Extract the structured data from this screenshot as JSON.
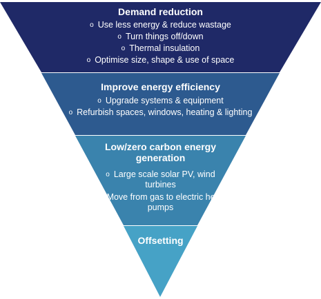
{
  "diagram": {
    "bullet_symbol": "o",
    "tiers": [
      {
        "color": "#1F2967",
        "title": "Demand reduction",
        "bullets": [
          "Use less energy & reduce wastage",
          "Turn things off/down",
          "Thermal insulation",
          "Optimise size, shape & use of space"
        ]
      },
      {
        "color": "#2D5A8F",
        "title": "Improve energy efficiency",
        "bullets": [
          "Upgrade systems & equipment",
          "Refurbish spaces, windows, heating & lighting"
        ]
      },
      {
        "color": "#3A83AD",
        "title": "Low/zero carbon energy generation",
        "bullets": [
          "Large scale solar PV, wind turbines",
          "Move from gas to electric heat pumps"
        ]
      },
      {
        "color": "#46A2C6",
        "title": "Offsetting",
        "bullets": []
      }
    ]
  }
}
